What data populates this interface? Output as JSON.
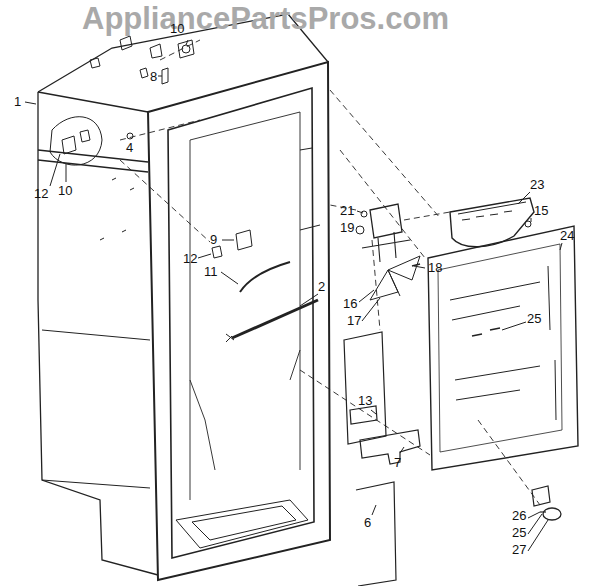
{
  "diagram": {
    "labels": [
      "AppliancePartsPros.com",
      "10",
      "8",
      "1",
      "4",
      "12",
      "10",
      "9",
      "12",
      "11",
      "21",
      "19",
      "2",
      "23",
      "15",
      "24",
      "18",
      "16",
      "17",
      "25",
      "13",
      "7",
      "26",
      "25",
      "27",
      "6"
    ]
  }
}
